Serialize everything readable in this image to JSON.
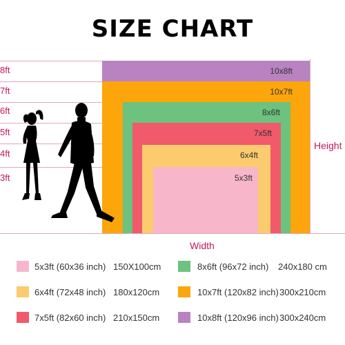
{
  "title": "SIZE CHART",
  "height_label": "Height",
  "width_label": "Width",
  "y_ticks": [
    "8ft",
    "7ft",
    "6ft",
    "5ft",
    "4ft",
    "3ft"
  ],
  "sizes": [
    {
      "name": "10x8ft",
      "color": "#b883c0"
    },
    {
      "name": "10x7ft",
      "color": "#fca60b"
    },
    {
      "name": "8x6ft",
      "color": "#6cc27e"
    },
    {
      "name": "7x5ft",
      "color": "#f05a6a"
    },
    {
      "name": "6x4ft",
      "color": "#fccb6e"
    },
    {
      "name": "5x3ft",
      "color": "#f8b6cb"
    }
  ],
  "legend": [
    {
      "label": "5x3ft (60x36 inch)",
      "cm": "150X100cm",
      "color": "#f8b6cb"
    },
    {
      "label": "6x4ft (72x48 inch)",
      "cm": "180x120cm",
      "color": "#fccb6e"
    },
    {
      "label": "7x5ft (82x60 inch)",
      "cm": "210x150cm",
      "color": "#f05a6a"
    },
    {
      "label": "8x6ft (96x72 inch)",
      "cm": "240x180 cm",
      "color": "#6cc27e"
    },
    {
      "label": "10x7ft (120x82 inch)",
      "cm": "300x210cm",
      "color": "#fca60b"
    },
    {
      "label": "10x8ft (120x96 inch)",
      "cm": "300x240cm",
      "color": "#b883c0"
    }
  ],
  "icons": {
    "silhouette": "people-silhouette-icon"
  }
}
